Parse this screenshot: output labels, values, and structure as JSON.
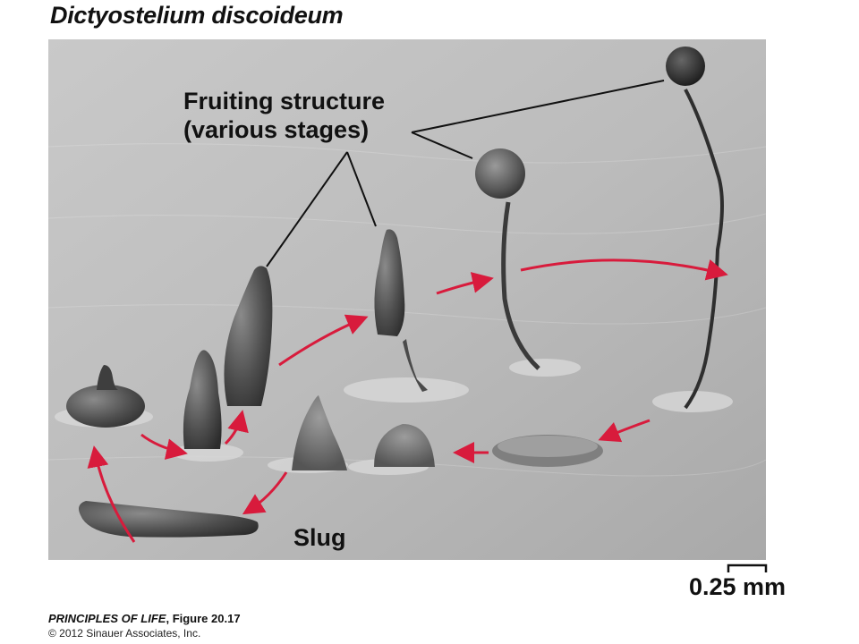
{
  "figure": {
    "title": "Dictyostelium discoideum",
    "labels": {
      "fruiting_line1": "Fruiting structure",
      "fruiting_line2": "(various stages)",
      "slug": "Slug"
    },
    "scale_bar": "0.25 mm",
    "footer": {
      "book": "PRINCIPLES OF LIFE",
      "figure_ref": ", Figure 20.17",
      "copyright": "© 2012 Sinauer Associates, Inc."
    },
    "colors": {
      "arrow": "#d81b3c",
      "background_photo": "#b9b9b9",
      "text": "#111111"
    }
  }
}
